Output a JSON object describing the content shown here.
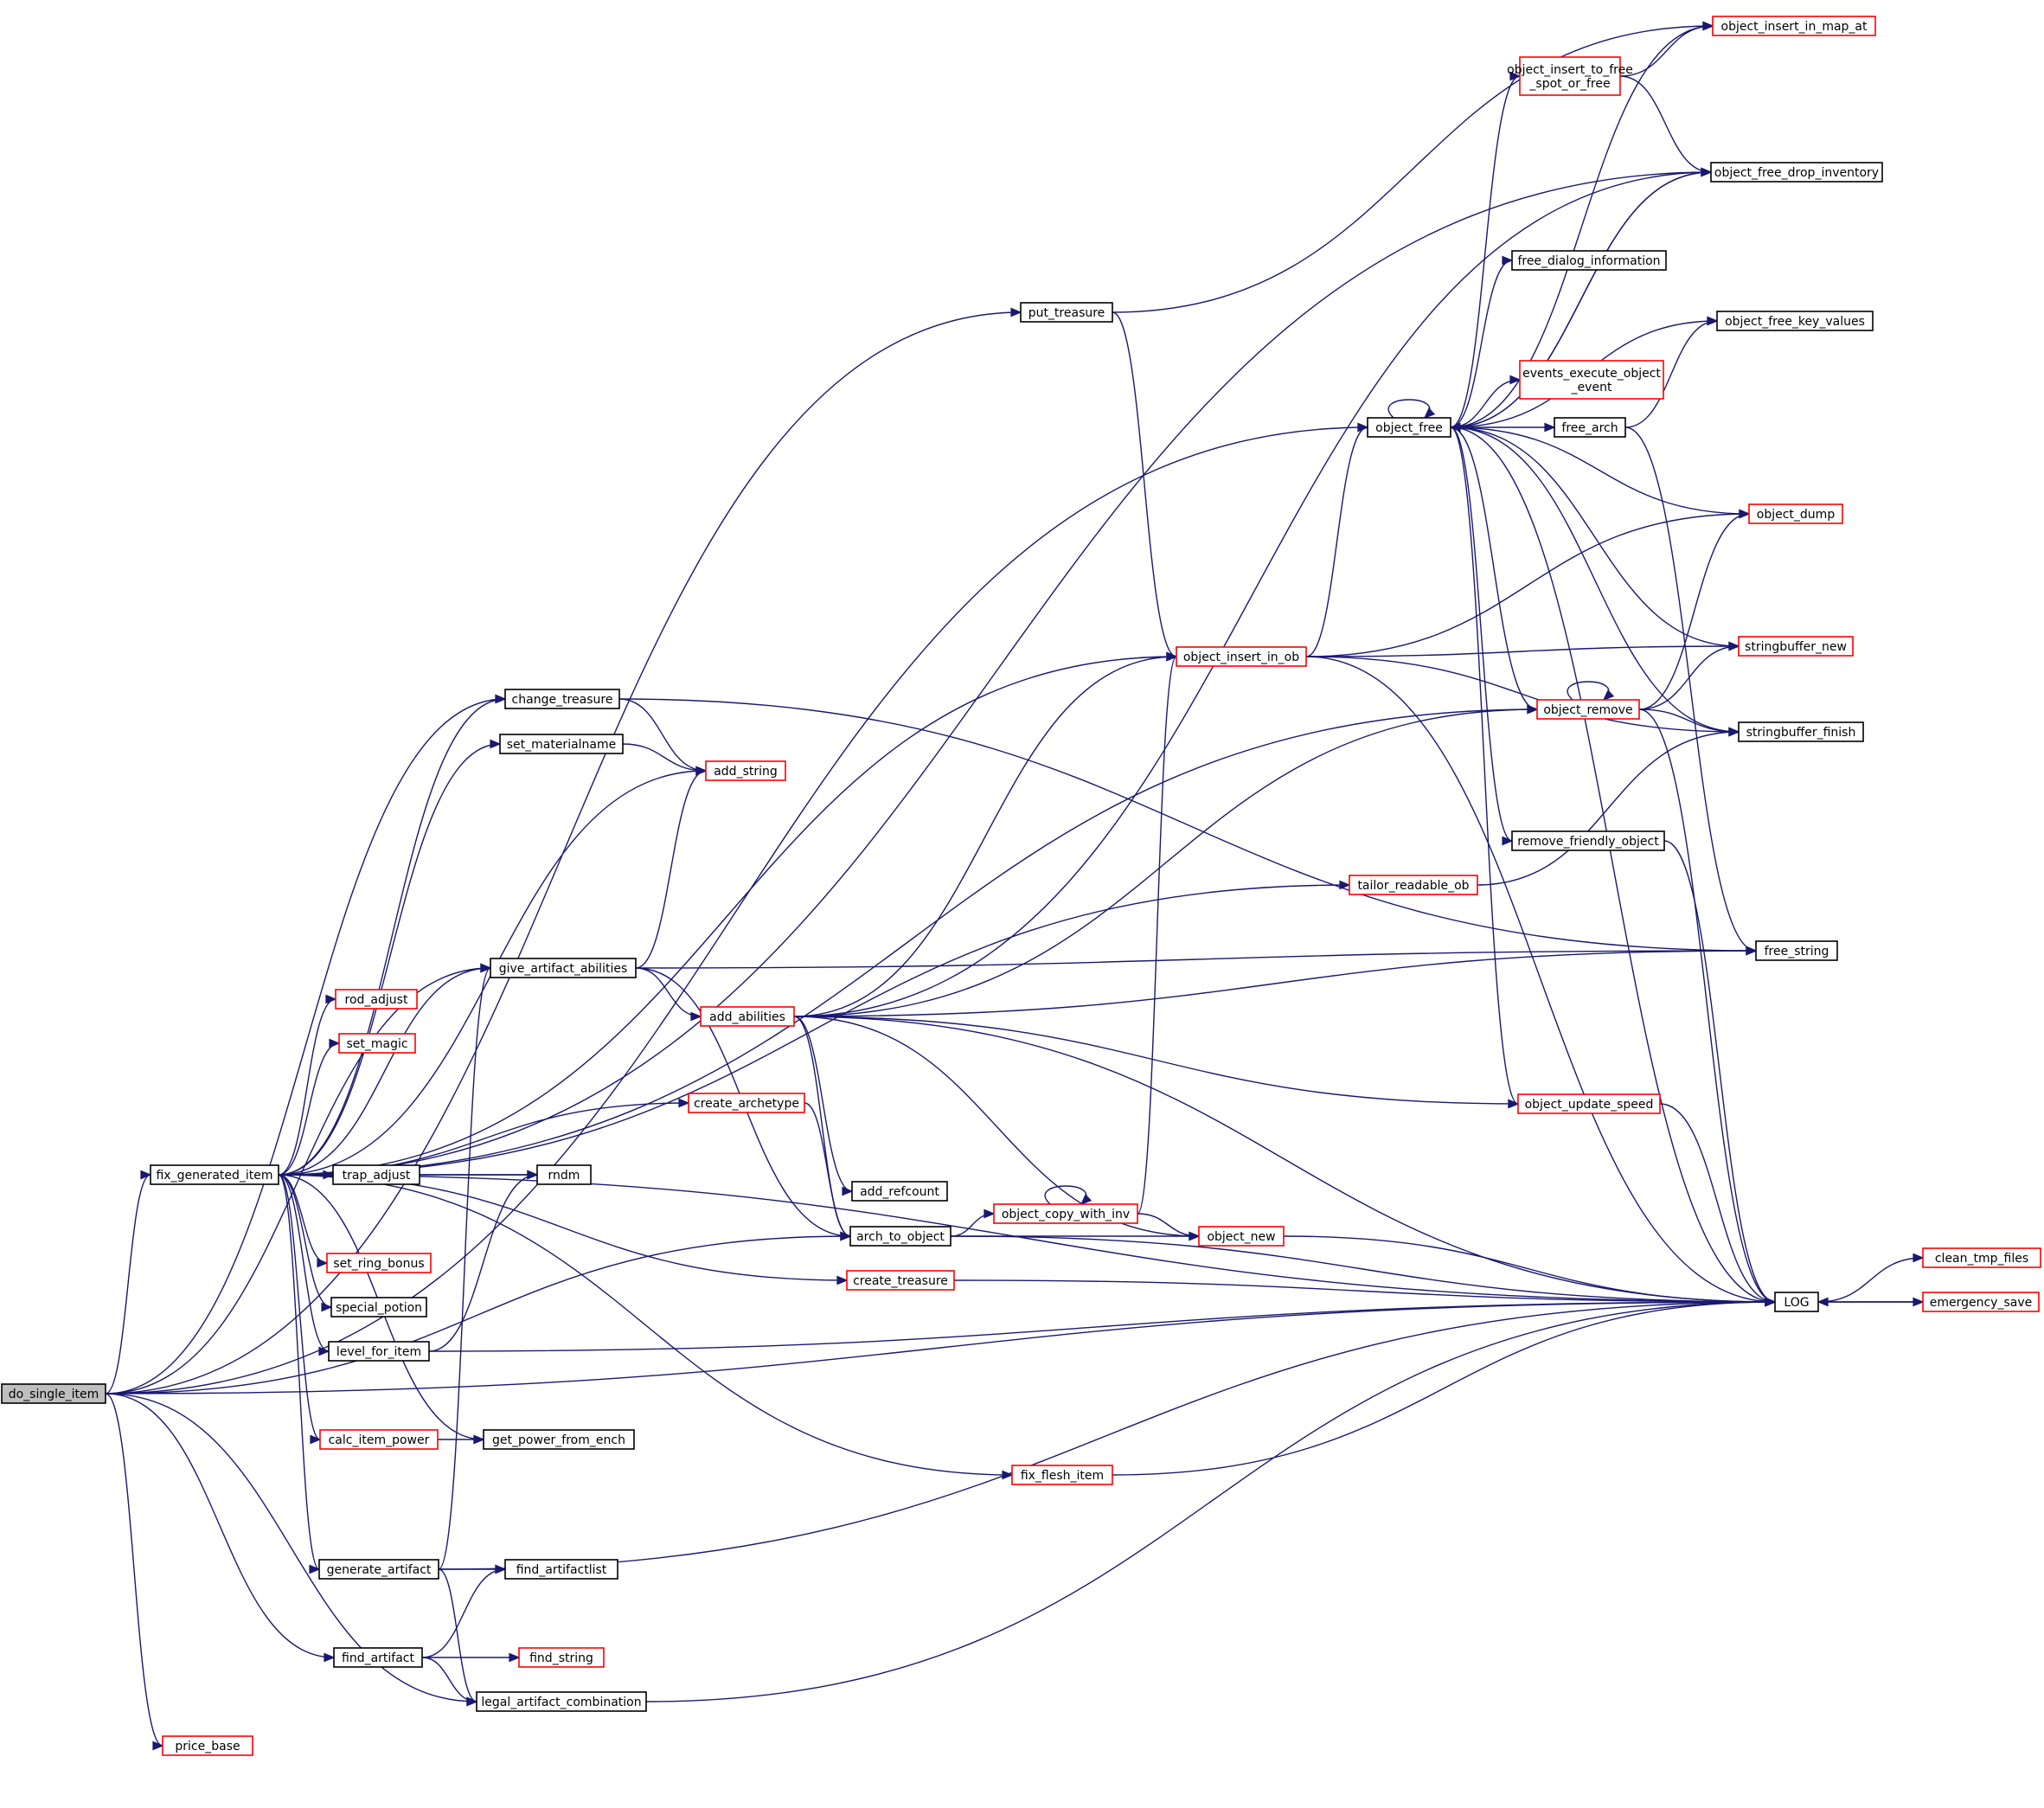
{
  "diagram": {
    "type": "call-graph",
    "colors": {
      "edge": "#191970",
      "border_complete": "#000000",
      "border_truncated": "#ff0000",
      "root_fill": "#bfbfbf",
      "node_fill": "#ffffff"
    },
    "nodes": [
      {
        "id": "do_single_item",
        "lines": [
          "do_single_item"
        ],
        "style": "root"
      },
      {
        "id": "put_treasure",
        "lines": [
          "put_treasure"
        ],
        "style": "complete"
      },
      {
        "id": "object_insert_in_map_at",
        "lines": [
          "object_insert_in_map_at"
        ],
        "style": "truncated"
      },
      {
        "id": "object_insert_to_free_spot_or_free",
        "lines": [
          "object_insert_to_free",
          "_spot_or_free"
        ],
        "style": "truncated"
      },
      {
        "id": "object_free_drop_inventory",
        "lines": [
          "object_free_drop_inventory"
        ],
        "style": "complete"
      },
      {
        "id": "free_dialog_information",
        "lines": [
          "free_dialog_information"
        ],
        "style": "complete"
      },
      {
        "id": "object_free_key_values",
        "lines": [
          "object_free_key_values"
        ],
        "style": "complete"
      },
      {
        "id": "events_execute_object_event",
        "lines": [
          "events_execute_object",
          "_event"
        ],
        "style": "truncated"
      },
      {
        "id": "object_free",
        "lines": [
          "object_free"
        ],
        "style": "complete"
      },
      {
        "id": "free_arch",
        "lines": [
          "free_arch"
        ],
        "style": "complete"
      },
      {
        "id": "object_dump",
        "lines": [
          "object_dump"
        ],
        "style": "truncated"
      },
      {
        "id": "object_insert_in_ob",
        "lines": [
          "object_insert_in_ob"
        ],
        "style": "truncated"
      },
      {
        "id": "stringbuffer_new",
        "lines": [
          "stringbuffer_new"
        ],
        "style": "truncated"
      },
      {
        "id": "change_treasure",
        "lines": [
          "change_treasure"
        ],
        "style": "complete"
      },
      {
        "id": "object_remove",
        "lines": [
          "object_remove"
        ],
        "style": "truncated"
      },
      {
        "id": "stringbuffer_finish",
        "lines": [
          "stringbuffer_finish"
        ],
        "style": "complete"
      },
      {
        "id": "set_materialname",
        "lines": [
          "set_materialname"
        ],
        "style": "complete"
      },
      {
        "id": "add_string",
        "lines": [
          "add_string"
        ],
        "style": "truncated"
      },
      {
        "id": "remove_friendly_object",
        "lines": [
          "remove_friendly_object"
        ],
        "style": "complete"
      },
      {
        "id": "tailor_readable_ob",
        "lines": [
          "tailor_readable_ob"
        ],
        "style": "truncated"
      },
      {
        "id": "free_string",
        "lines": [
          "free_string"
        ],
        "style": "complete"
      },
      {
        "id": "give_artifact_abilities",
        "lines": [
          "give_artifact_abilities"
        ],
        "style": "complete"
      },
      {
        "id": "rod_adjust",
        "lines": [
          "rod_adjust"
        ],
        "style": "truncated"
      },
      {
        "id": "add_abilities",
        "lines": [
          "add_abilities"
        ],
        "style": "truncated"
      },
      {
        "id": "set_magic",
        "lines": [
          "set_magic"
        ],
        "style": "truncated"
      },
      {
        "id": "create_archetype",
        "lines": [
          "create_archetype"
        ],
        "style": "truncated"
      },
      {
        "id": "object_update_speed",
        "lines": [
          "object_update_speed"
        ],
        "style": "truncated"
      },
      {
        "id": "fix_generated_item",
        "lines": [
          "fix_generated_item"
        ],
        "style": "complete"
      },
      {
        "id": "trap_adjust",
        "lines": [
          "trap_adjust"
        ],
        "style": "complete"
      },
      {
        "id": "rndm",
        "lines": [
          "rndm"
        ],
        "style": "complete"
      },
      {
        "id": "add_refcount",
        "lines": [
          "add_refcount"
        ],
        "style": "complete"
      },
      {
        "id": "object_copy_with_inv",
        "lines": [
          "object_copy_with_inv"
        ],
        "style": "truncated"
      },
      {
        "id": "arch_to_object",
        "lines": [
          "arch_to_object"
        ],
        "style": "complete"
      },
      {
        "id": "object_new",
        "lines": [
          "object_new"
        ],
        "style": "truncated"
      },
      {
        "id": "clean_tmp_files",
        "lines": [
          "clean_tmp_files"
        ],
        "style": "truncated"
      },
      {
        "id": "set_ring_bonus",
        "lines": [
          "set_ring_bonus"
        ],
        "style": "truncated"
      },
      {
        "id": "create_treasure",
        "lines": [
          "create_treasure"
        ],
        "style": "truncated"
      },
      {
        "id": "LOG",
        "lines": [
          "LOG"
        ],
        "style": "complete"
      },
      {
        "id": "emergency_save",
        "lines": [
          "emergency_save"
        ],
        "style": "truncated"
      },
      {
        "id": "special_potion",
        "lines": [
          "special_potion"
        ],
        "style": "complete"
      },
      {
        "id": "level_for_item",
        "lines": [
          "level_for_item"
        ],
        "style": "complete"
      },
      {
        "id": "calc_item_power",
        "lines": [
          "calc_item_power"
        ],
        "style": "truncated"
      },
      {
        "id": "get_power_from_ench",
        "lines": [
          "get_power_from_ench"
        ],
        "style": "complete"
      },
      {
        "id": "fix_flesh_item",
        "lines": [
          "fix_flesh_item"
        ],
        "style": "truncated"
      },
      {
        "id": "generate_artifact",
        "lines": [
          "generate_artifact"
        ],
        "style": "complete"
      },
      {
        "id": "find_artifactlist",
        "lines": [
          "find_artifactlist"
        ],
        "style": "complete"
      },
      {
        "id": "find_artifact",
        "lines": [
          "find_artifact"
        ],
        "style": "complete"
      },
      {
        "id": "find_string",
        "lines": [
          "find_string"
        ],
        "style": "truncated"
      },
      {
        "id": "legal_artifact_combination",
        "lines": [
          "legal_artifact_combination"
        ],
        "style": "complete"
      },
      {
        "id": "price_base",
        "lines": [
          "price_base"
        ],
        "style": "truncated"
      }
    ],
    "edges": [
      [
        "do_single_item",
        "put_treasure"
      ],
      [
        "do_single_item",
        "object_free"
      ],
      [
        "do_single_item",
        "change_treasure"
      ],
      [
        "do_single_item",
        "give_artifact_abilities"
      ],
      [
        "do_single_item",
        "fix_generated_item"
      ],
      [
        "do_single_item",
        "arch_to_object"
      ],
      [
        "do_single_item",
        "find_artifact"
      ],
      [
        "do_single_item",
        "legal_artifact_combination"
      ],
      [
        "do_single_item",
        "price_base"
      ],
      [
        "do_single_item",
        "LOG"
      ],
      [
        "put_treasure",
        "object_insert_in_map_at"
      ],
      [
        "put_treasure",
        "object_insert_in_ob"
      ],
      [
        "object_insert_to_free_spot_or_free",
        "object_insert_in_map_at"
      ],
      [
        "object_insert_to_free_spot_or_free",
        "object_free_drop_inventory"
      ],
      [
        "object_free",
        "object_free"
      ],
      [
        "object_free",
        "object_insert_in_map_at"
      ],
      [
        "object_free",
        "object_insert_to_free_spot_or_free"
      ],
      [
        "object_free",
        "object_free_drop_inventory"
      ],
      [
        "object_free",
        "free_dialog_information"
      ],
      [
        "object_free",
        "object_free_key_values"
      ],
      [
        "object_free",
        "events_execute_object_event"
      ],
      [
        "object_free",
        "free_arch"
      ],
      [
        "object_free",
        "object_dump"
      ],
      [
        "object_free",
        "stringbuffer_new"
      ],
      [
        "object_free",
        "object_remove"
      ],
      [
        "object_free",
        "stringbuffer_finish"
      ],
      [
        "object_free",
        "remove_friendly_object"
      ],
      [
        "object_free",
        "object_update_speed"
      ],
      [
        "object_free",
        "LOG"
      ],
      [
        "object_free_drop_inventory",
        "object_free"
      ],
      [
        "free_arch",
        "object_free_key_values"
      ],
      [
        "free_arch",
        "free_string"
      ],
      [
        "object_insert_in_ob",
        "object_free"
      ],
      [
        "object_insert_in_ob",
        "object_dump"
      ],
      [
        "object_insert_in_ob",
        "stringbuffer_new"
      ],
      [
        "object_insert_in_ob",
        "stringbuffer_finish"
      ],
      [
        "object_insert_in_ob",
        "LOG"
      ],
      [
        "object_remove",
        "object_remove"
      ],
      [
        "object_remove",
        "object_dump"
      ],
      [
        "object_remove",
        "stringbuffer_new"
      ],
      [
        "object_remove",
        "stringbuffer_finish"
      ],
      [
        "object_remove",
        "LOG"
      ],
      [
        "change_treasure",
        "add_string"
      ],
      [
        "change_treasure",
        "free_string"
      ],
      [
        "set_materialname",
        "add_string"
      ],
      [
        "tailor_readable_ob",
        "stringbuffer_finish"
      ],
      [
        "remove_friendly_object",
        "LOG"
      ],
      [
        "give_artifact_abilities",
        "add_string"
      ],
      [
        "give_artifact_abilities",
        "free_string"
      ],
      [
        "give_artifact_abilities",
        "add_abilities"
      ],
      [
        "give_artifact_abilities",
        "arch_to_object"
      ],
      [
        "add_abilities",
        "object_free_drop_inventory"
      ],
      [
        "add_abilities",
        "object_insert_in_ob"
      ],
      [
        "add_abilities",
        "object_remove"
      ],
      [
        "add_abilities",
        "free_string"
      ],
      [
        "add_abilities",
        "object_update_speed"
      ],
      [
        "add_abilities",
        "add_refcount"
      ],
      [
        "add_abilities",
        "arch_to_object"
      ],
      [
        "add_abilities",
        "object_new"
      ],
      [
        "add_abilities",
        "LOG"
      ],
      [
        "create_archetype",
        "arch_to_object"
      ],
      [
        "object_update_speed",
        "LOG"
      ],
      [
        "fix_generated_item",
        "object_free_drop_inventory"
      ],
      [
        "fix_generated_item",
        "object_insert_in_ob"
      ],
      [
        "fix_generated_item",
        "change_treasure"
      ],
      [
        "fix_generated_item",
        "set_materialname"
      ],
      [
        "fix_generated_item",
        "add_string"
      ],
      [
        "fix_generated_item",
        "object_remove"
      ],
      [
        "fix_generated_item",
        "tailor_readable_ob"
      ],
      [
        "fix_generated_item",
        "give_artifact_abilities"
      ],
      [
        "fix_generated_item",
        "rod_adjust"
      ],
      [
        "fix_generated_item",
        "set_magic"
      ],
      [
        "fix_generated_item",
        "rndm"
      ],
      [
        "fix_generated_item",
        "trap_adjust"
      ],
      [
        "fix_generated_item",
        "create_treasure"
      ],
      [
        "fix_generated_item",
        "set_ring_bonus"
      ],
      [
        "fix_generated_item",
        "special_potion"
      ],
      [
        "fix_generated_item",
        "level_for_item"
      ],
      [
        "fix_generated_item",
        "calc_item_power"
      ],
      [
        "fix_generated_item",
        "get_power_from_ench"
      ],
      [
        "fix_generated_item",
        "create_archetype"
      ],
      [
        "fix_generated_item",
        "fix_flesh_item"
      ],
      [
        "fix_generated_item",
        "generate_artifact"
      ],
      [
        "fix_generated_item",
        "LOG"
      ],
      [
        "trap_adjust",
        "rndm"
      ],
      [
        "level_for_item",
        "rndm"
      ],
      [
        "level_for_item",
        "LOG"
      ],
      [
        "calc_item_power",
        "get_power_from_ench"
      ],
      [
        "arch_to_object",
        "object_copy_with_inv"
      ],
      [
        "arch_to_object",
        "object_new"
      ],
      [
        "arch_to_object",
        "LOG"
      ],
      [
        "object_copy_with_inv",
        "object_copy_with_inv"
      ],
      [
        "object_copy_with_inv",
        "object_insert_in_ob"
      ],
      [
        "object_copy_with_inv",
        "object_new"
      ],
      [
        "object_new",
        "LOG"
      ],
      [
        "create_treasure",
        "LOG"
      ],
      [
        "LOG",
        "clean_tmp_files"
      ],
      [
        "LOG",
        "emergency_save"
      ],
      [
        "emergency_save",
        "LOG"
      ],
      [
        "fix_flesh_item",
        "LOG"
      ],
      [
        "generate_artifact",
        "give_artifact_abilities"
      ],
      [
        "generate_artifact",
        "find_artifactlist"
      ],
      [
        "generate_artifact",
        "legal_artifact_combination"
      ],
      [
        "generate_artifact",
        "LOG"
      ],
      [
        "find_artifact",
        "find_artifactlist"
      ],
      [
        "find_artifact",
        "find_string"
      ],
      [
        "find_artifact",
        "legal_artifact_combination"
      ],
      [
        "legal_artifact_combination",
        "LOG"
      ]
    ]
  }
}
